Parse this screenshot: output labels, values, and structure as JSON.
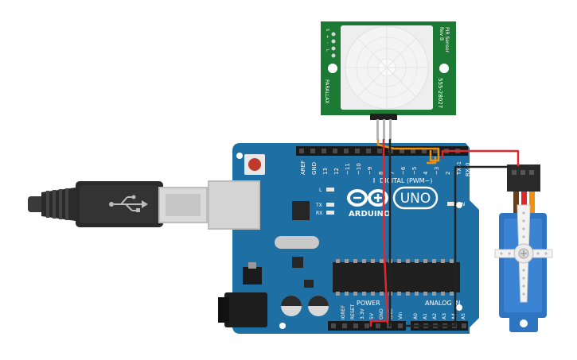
{
  "arduino": {
    "brand": "ARDUINO",
    "model": "UNO",
    "digital_label": "DIGITAL (PWM~)",
    "power_label": "POWER",
    "analog_label": "ANALOG IN",
    "aref": "AREF",
    "gnd": "GND",
    "tx": "TX",
    "rx": "RX",
    "led_l": "L",
    "on": "ON",
    "digital_pins": [
      "13",
      "12",
      "~11",
      "~10",
      "~9",
      "8",
      "7",
      "~6",
      "~5",
      "4",
      "~3",
      "2",
      "TX▸1",
      "RX◂0"
    ],
    "power_pins": [
      "IOREF",
      "RESET",
      "3.3V",
      "5V",
      "GND",
      "GND",
      "Vin"
    ],
    "analog_pins": [
      "A0",
      "A1",
      "A2",
      "A3",
      "A4",
      "A5"
    ]
  },
  "pir": {
    "brand": "PARALLAX",
    "part_no": "555-28027",
    "name_line1": "PIR Sensor",
    "name_line2": "Rev B",
    "pin_labels": [
      "S",
      "+",
      "-",
      "L"
    ]
  },
  "colors": {
    "board": "#1e6fa3",
    "board_dark": "#0f5a8a",
    "pir_pcb": "#1d7a34",
    "wire_red": "#e3262a",
    "wire_black": "#222222",
    "wire_orange": "#f0900f",
    "servo_body": "#2f74c0"
  }
}
